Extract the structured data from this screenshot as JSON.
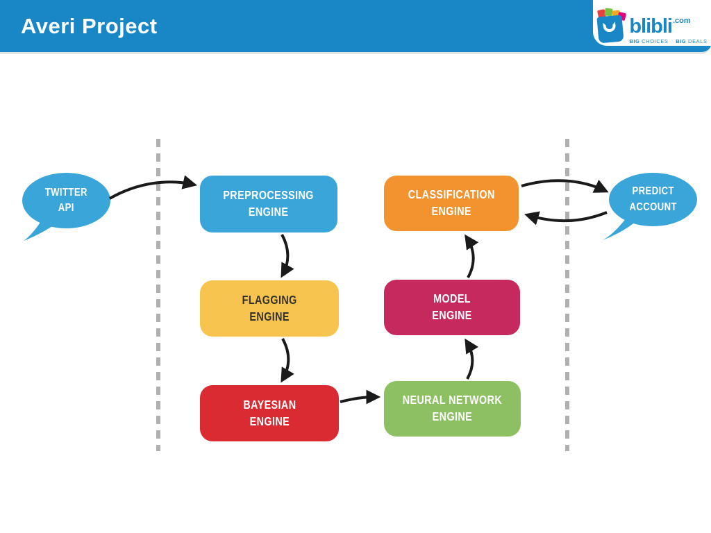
{
  "header": {
    "title": "Averi Project",
    "bg_color": "#1987c5",
    "text_color": "#ffffff"
  },
  "logo": {
    "brand": "blibli",
    "tld": ".com",
    "big1": "BIG",
    "choices": "CHOICES",
    "big2": "BIG",
    "deals": "DEALS",
    "brand_color": "#1987c5"
  },
  "diagram": {
    "bubbles": {
      "twitter": {
        "line1": "TWITTER",
        "line2": "API",
        "color": "#3aa5d9"
      },
      "predict": {
        "line1": "PREDICT",
        "line2": "ACCOUNT",
        "color": "#3aa5d9"
      }
    },
    "nodes": {
      "preprocessing": {
        "line1": "PREPROCESSING",
        "line2": "ENGINE",
        "color": "#3aa5d9"
      },
      "flagging": {
        "line1": "FLAGGING",
        "line2": "ENGINE",
        "color": "#f7c44f"
      },
      "bayesian": {
        "line1": "BAYESIAN",
        "line2": "ENGINE",
        "color": "#da2b33"
      },
      "classification": {
        "line1": "CLASSIFICATION",
        "line2": "ENGINE",
        "color": "#f3932f"
      },
      "model": {
        "line1": "MODEL",
        "line2": "ENGINE",
        "color": "#c5295e"
      },
      "neural": {
        "line1": "NEURAL NETWORK",
        "line2": "ENGINE",
        "color": "#8dc063"
      }
    },
    "edges": [
      {
        "from": "twitter-api",
        "to": "preprocessing-engine"
      },
      {
        "from": "preprocessing-engine",
        "to": "flagging-engine"
      },
      {
        "from": "flagging-engine",
        "to": "bayesian-engine"
      },
      {
        "from": "bayesian-engine",
        "to": "neural-network-engine"
      },
      {
        "from": "neural-network-engine",
        "to": "model-engine"
      },
      {
        "from": "model-engine",
        "to": "classification-engine"
      },
      {
        "from": "classification-engine",
        "to": "predict-account"
      },
      {
        "from": "predict-account",
        "to": "classification-engine"
      }
    ],
    "arrow_color": "#1a1a1a",
    "dashed_line_color": "#b0b0b0"
  }
}
